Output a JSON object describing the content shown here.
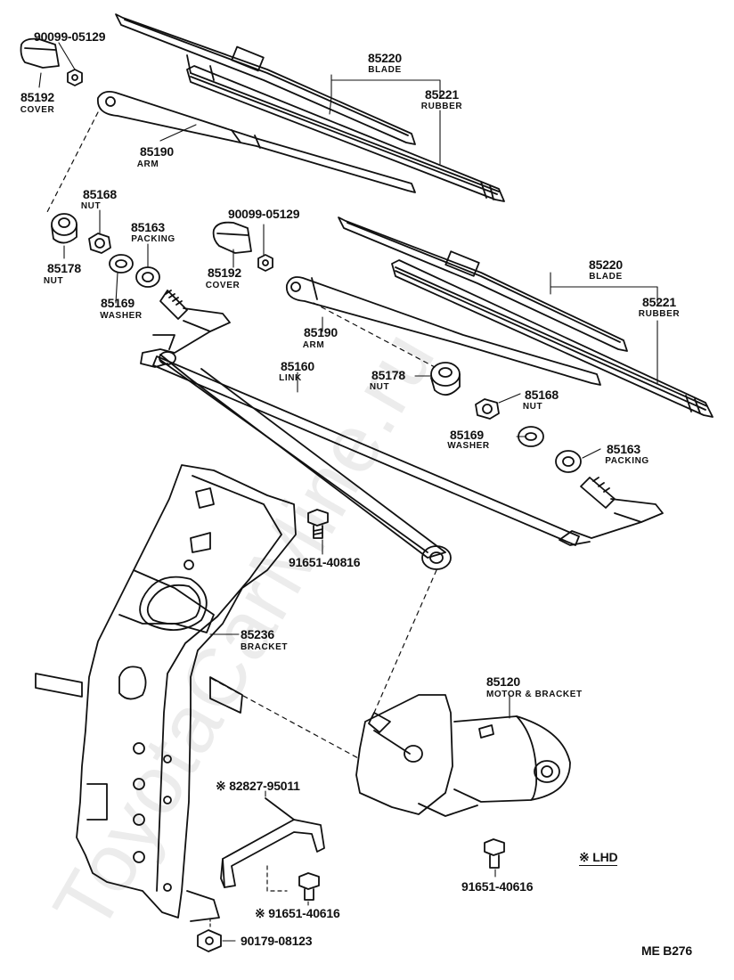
{
  "watermark": "ToyotaCarMine.ru",
  "parts": [
    {
      "id": "top-clip-no",
      "number": "90099-05129",
      "desc": ""
    },
    {
      "id": "top-cover",
      "number": "85192",
      "desc": "COVER"
    },
    {
      "id": "top-blade",
      "number": "85220",
      "desc": "BLADE"
    },
    {
      "id": "top-rubber",
      "number": "85221",
      "desc": "RUBBER"
    },
    {
      "id": "top-arm",
      "number": "85190",
      "desc": "ARM"
    },
    {
      "id": "left-nut-a",
      "number": "85168",
      "desc": "NUT"
    },
    {
      "id": "left-nut-b",
      "number": "85178",
      "desc": "NUT"
    },
    {
      "id": "left-packing",
      "number": "85163",
      "desc": "PACKING"
    },
    {
      "id": "left-washer",
      "number": "85169",
      "desc": "WASHER"
    },
    {
      "id": "mid-clip-no",
      "number": "90099-05129",
      "desc": ""
    },
    {
      "id": "mid-cover",
      "number": "85192",
      "desc": "COVER"
    },
    {
      "id": "right-blade",
      "number": "85220",
      "desc": "BLADE"
    },
    {
      "id": "right-rubber",
      "number": "85221",
      "desc": "RUBBER"
    },
    {
      "id": "right-arm",
      "number": "85190",
      "desc": "ARM"
    },
    {
      "id": "link",
      "number": "85160",
      "desc": "LINK"
    },
    {
      "id": "right-nut-b",
      "number": "85178",
      "desc": "NUT"
    },
    {
      "id": "right-nut-a",
      "number": "85168",
      "desc": "NUT"
    },
    {
      "id": "right-washer",
      "number": "85169",
      "desc": "WASHER"
    },
    {
      "id": "right-packing",
      "number": "85163",
      "desc": "PACKING"
    },
    {
      "id": "bolt-a",
      "number": "91651-40816",
      "desc": ""
    },
    {
      "id": "bracket",
      "number": "85236",
      "desc": "BRACKET"
    },
    {
      "id": "motor",
      "number": "85120",
      "desc": "MOTOR & BRACKET"
    },
    {
      "id": "clamp",
      "number": "※ 82827-95011",
      "desc": ""
    },
    {
      "id": "bolt-b",
      "number": "※ 91651-40616",
      "desc": ""
    },
    {
      "id": "bolt-c",
      "number": "91651-40616",
      "desc": ""
    },
    {
      "id": "nut-c",
      "number": "90179-08123",
      "desc": ""
    }
  ],
  "legend": "※ LHD",
  "diagram_code": "ME  B276"
}
